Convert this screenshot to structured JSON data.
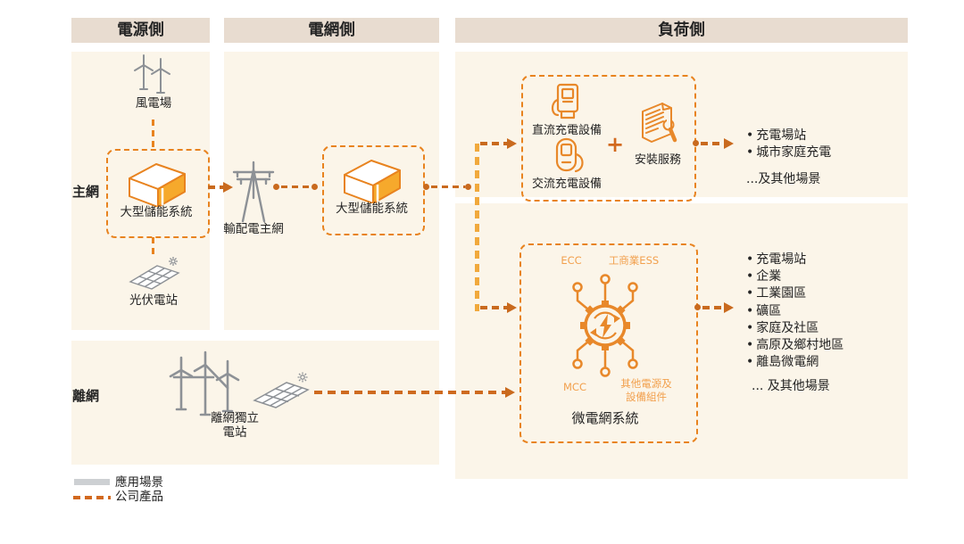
{
  "ui": {
    "bullet": "•",
    "plus": "+"
  },
  "headers": {
    "power": "電源側",
    "grid": "電網側",
    "load": "負荷側"
  },
  "rows": {
    "main_grid": "主網",
    "off_grid": "離網"
  },
  "power_side": {
    "wind_farm": "風電場",
    "ess": "大型儲能系統",
    "pv_station": "光伏電站"
  },
  "grid_side": {
    "transmission_main_grid": "輸配電主網",
    "ess": "大型儲能系統"
  },
  "load_side": {
    "charging": {
      "dc": "直流充電設備",
      "ac": "交流充電設備",
      "install": "安裝服務",
      "outputs": [
        "充電場站",
        "城市家庭充電"
      ],
      "outputs_more": "...及其他場景"
    },
    "microgrid": {
      "ecc": "ECC",
      "ci_ess": "工商業ESS",
      "mcc": "MCC",
      "other_components_line1": "其他電源及",
      "other_components_line2": "設備組件",
      "title": "微電網系統",
      "outputs": [
        "充電場站",
        "企業",
        "工業園區",
        "礦區",
        "家庭及社區",
        "高原及鄉村地區",
        "離島微電網"
      ],
      "outputs_more": "... 及其他場景"
    }
  },
  "off_grid": {
    "station_line1": "離網獨立",
    "station_line2": "電站"
  },
  "legend": {
    "application_scenarios": "應用場景",
    "company_products": "公司產品"
  },
  "colors": {
    "header_bg": "#E8DCD0",
    "panel_bg": "#FBF5E9",
    "box_border_orange": "#E8831F",
    "arrow_orange": "#C96A1E",
    "branch_amber": "#F1A93C",
    "microgrid_label_orange": "#F2A04D",
    "icon_orange": "#E8882A",
    "icon_gray": "#8D9196",
    "legend_gray": "#CDD0D3",
    "text": "#242424"
  },
  "icons": {
    "wind_turbine": "three-blade-turbine",
    "storage_container": "isometric-box-orange-end",
    "transmission_tower": "lattice-tower",
    "solar_panel": "tilted-grid-panel-with-sun",
    "dc_charger": "wall-charger-with-screen",
    "ac_charger": "rounded-charger-with-cable",
    "install_service": "document-with-wrench",
    "microgrid_hub": "gear-with-nodes-and-lightning"
  }
}
